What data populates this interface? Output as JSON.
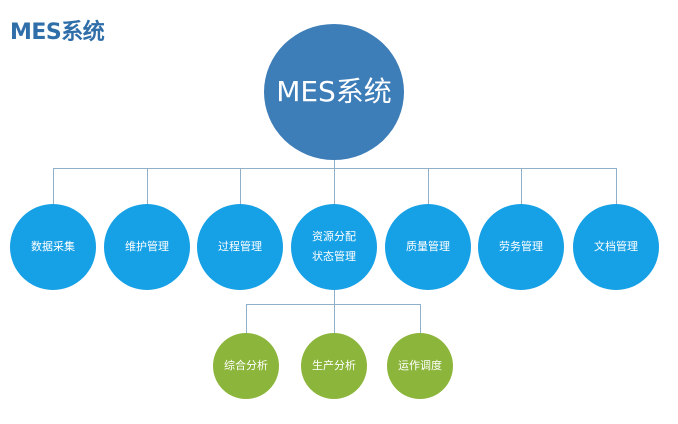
{
  "logo": "MES系统",
  "root": {
    "label": "MES系统"
  },
  "modules": [
    {
      "label": "数据采集"
    },
    {
      "label": "维护管理"
    },
    {
      "label": "过程管理"
    },
    {
      "label": "资源分配",
      "label2": "状态管理"
    },
    {
      "label": "质量管理"
    },
    {
      "label": "劳务管理"
    },
    {
      "label": "文档管理"
    }
  ],
  "submodules": [
    {
      "label": "综合分析"
    },
    {
      "label": "生产分析"
    },
    {
      "label": "运作调度"
    }
  ],
  "colors": {
    "root": "#3d7db8",
    "module": "#16a0e6",
    "submodule": "#8cb53b",
    "line": "#8fb0c8"
  }
}
